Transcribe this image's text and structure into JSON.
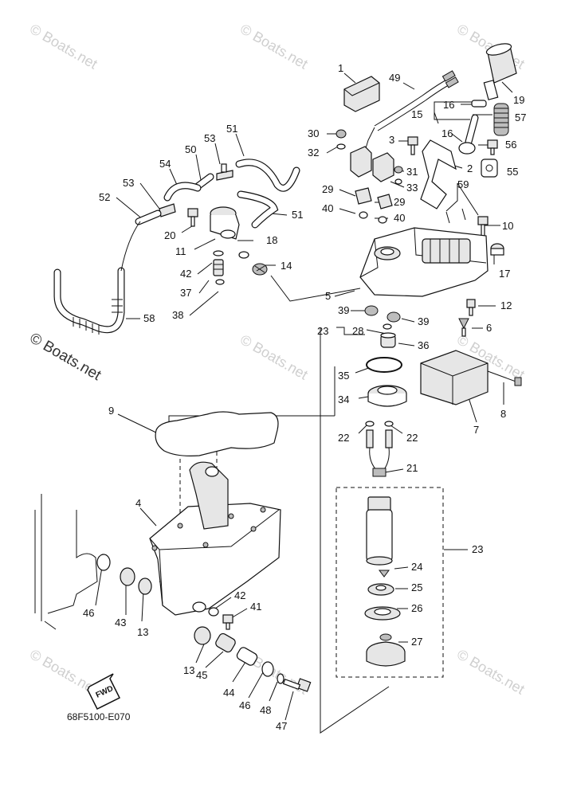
{
  "watermark": {
    "small": "© Boats.net",
    "large": "© Boats.net"
  },
  "diagram_code": "68F5100-E070",
  "fwd_label": "FWD",
  "callouts": [
    "1",
    "49",
    "19",
    "16",
    "15",
    "57",
    "16",
    "30",
    "3",
    "56",
    "32",
    "2",
    "55",
    "31",
    "33",
    "59",
    "29",
    "29",
    "40",
    "40",
    "10",
    "17",
    "5",
    "39",
    "39",
    "12",
    "23",
    "28",
    "6",
    "36",
    "35",
    "34",
    "8",
    "7",
    "22",
    "22",
    "21",
    "23",
    "24",
    "25",
    "26",
    "27",
    "51",
    "50",
    "53",
    "54",
    "53",
    "52",
    "51",
    "20",
    "18",
    "11",
    "14",
    "42",
    "37",
    "38",
    "58",
    "9",
    "4",
    "42",
    "41",
    "46",
    "43",
    "13",
    "13",
    "45",
    "44",
    "46",
    "48",
    "47"
  ]
}
